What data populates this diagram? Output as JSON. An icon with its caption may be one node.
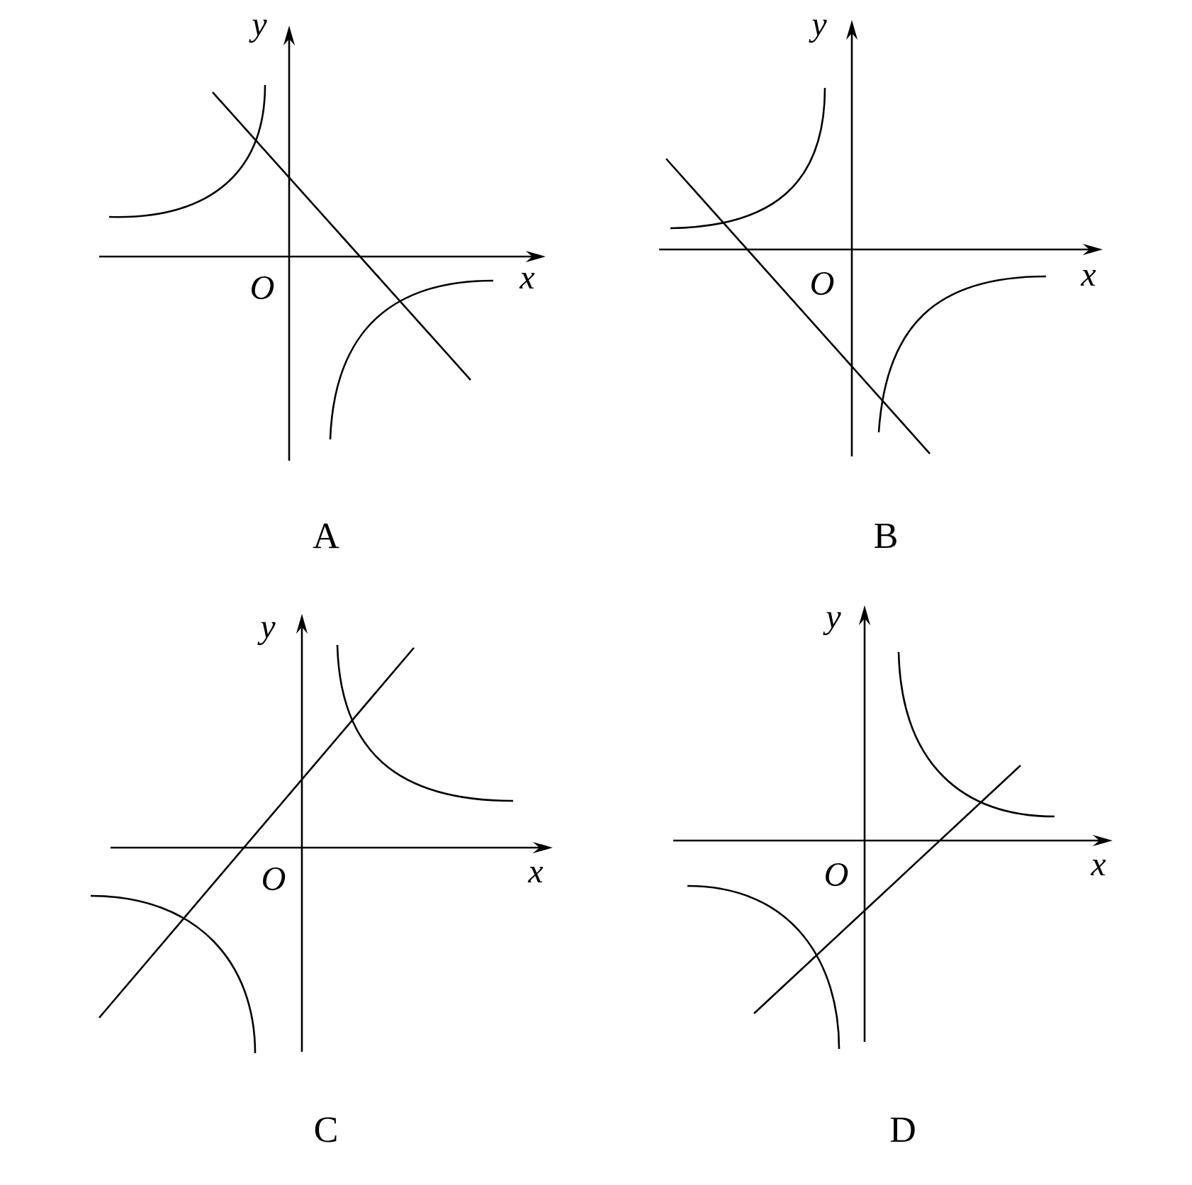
{
  "diagram": {
    "labels": [
      "y",
      "x",
      "O",
      "A",
      "y",
      "x",
      "O",
      "B",
      "y",
      "x",
      "O",
      "C",
      "y",
      "x",
      "O",
      "D"
    ]
  }
}
